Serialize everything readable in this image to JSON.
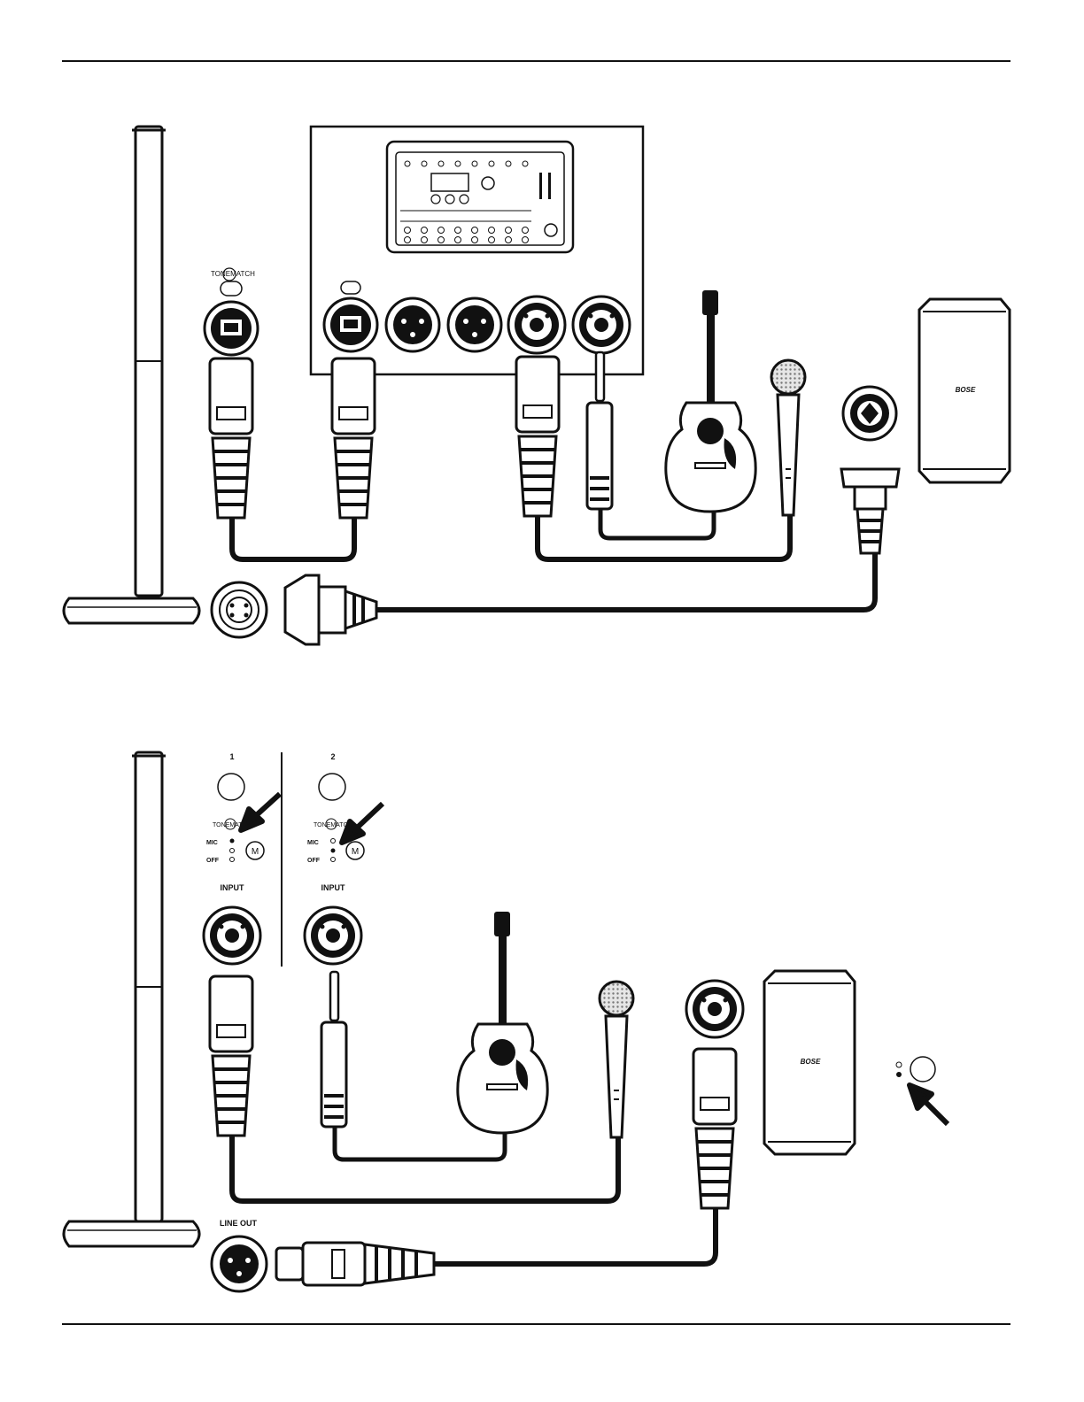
{
  "brand": "BOSE",
  "tonematch": "TONEMATCH",
  "tonematch_m": "M",
  "channel_1": "1",
  "channel_2": "2",
  "mic_label": "MIC",
  "off_label": "OFF",
  "input_label": "INPUT",
  "line_out_label": "LINE OUT",
  "colors": {
    "ink": "#111111",
    "paper": "#ffffff",
    "grille": "#cfcfcf"
  }
}
